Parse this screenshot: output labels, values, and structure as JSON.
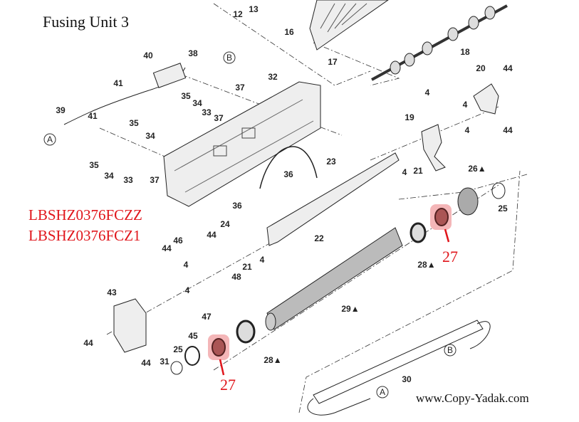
{
  "title": "Fusing Unit 3",
  "part_numbers": [
    "LBSHZ0376FCZZ",
    "LBSHZ0376FCZ1"
  ],
  "watermark": "www.Copy-Yadak.com",
  "highlight_color": "#e0151b",
  "highlighted_part": "27",
  "connectors": [
    "A",
    "B"
  ],
  "callouts": [
    "12",
    "13",
    "16",
    "17",
    "18",
    "20",
    "44",
    "44",
    "4",
    "4",
    "19",
    "4",
    "4",
    "21",
    "26▲",
    "25",
    "40",
    "38",
    "32",
    "37",
    "41",
    "35",
    "34",
    "33",
    "37",
    "39",
    "41",
    "35",
    "34",
    "35",
    "34",
    "33",
    "37",
    "36",
    "23",
    "36",
    "22",
    "24",
    "44",
    "46",
    "44",
    "4",
    "21",
    "4",
    "48",
    "4",
    "43",
    "47",
    "44",
    "44",
    "31",
    "25",
    "45",
    "28▲",
    "29▲",
    "28▲",
    "30"
  ]
}
